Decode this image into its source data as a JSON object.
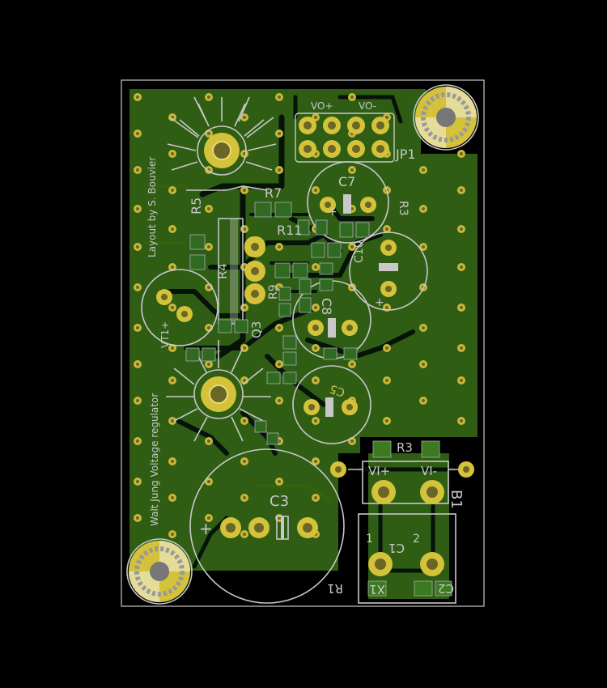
{
  "board": {
    "vertical_text_1": "Layout by S. Bouvier",
    "vertical_text_2": "Walt Jung Voltage regulator"
  },
  "labels": {
    "vo_plus": "VO+",
    "vo_minus": "VO-",
    "jp1": "JP1",
    "c7": "C7",
    "r7": "R7",
    "r11": "R11",
    "r5": "R5",
    "r4": "R4",
    "r9": "R9",
    "r3t": "R3",
    "c10": "C10",
    "c8": "C8",
    "c5": "C5",
    "c3": "C3",
    "r3": "R3",
    "q3": "Q3",
    "b1": "B1",
    "vi_plus": "VI+",
    "vi_minus": "VI-",
    "x1": "X1",
    "c1": "C1",
    "c2": "C2",
    "r1": "R1",
    "pin1": "1",
    "pin2": "2",
    "vt1": "VT1+",
    "plus": "+"
  },
  "colors": {
    "copper": "#2f5d14",
    "copper_dark": "#254d0e",
    "pad": "#d4c23a",
    "silk": "#c8c8c8",
    "background": "#000000"
  }
}
